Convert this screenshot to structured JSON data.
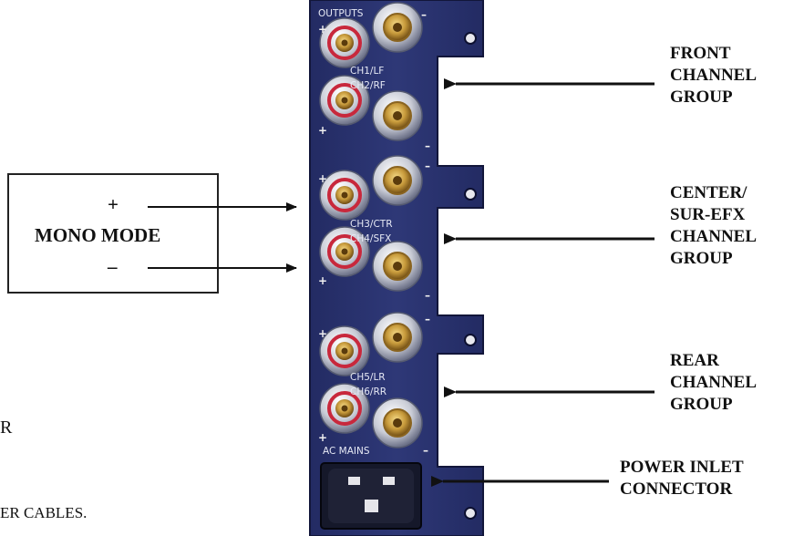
{
  "panel": {
    "outputs": "OUTPUTS",
    "ch1": "CH1/LF",
    "ch2": "CH2/RF",
    "ch3": "CH3/CTR",
    "ch4": "CH4/SFX",
    "ch5": "CH5/LR",
    "ch6": "CH6/RR",
    "ac_mains": "AC MAINS",
    "plus": "+",
    "minus": "–"
  },
  "labels": {
    "front": [
      "FRONT",
      "CHANNEL",
      "GROUP"
    ],
    "center": [
      "CENTER/",
      "SUR-EFX",
      "CHANNEL",
      "GROUP"
    ],
    "rear": [
      "REAR",
      "CHANNEL",
      "GROUP"
    ],
    "power": [
      "POWER INLET",
      "CONNECTOR"
    ]
  },
  "mono": {
    "plus": "+",
    "title": "MONO MODE",
    "minus": "–"
  },
  "fragments": {
    "r": "R",
    "cables": "ER CABLES."
  },
  "colors": {
    "panel": "#2b3470",
    "panel_edge": "#1a2050",
    "gold": "#c89b3c",
    "red_ring": "#c8283c"
  }
}
